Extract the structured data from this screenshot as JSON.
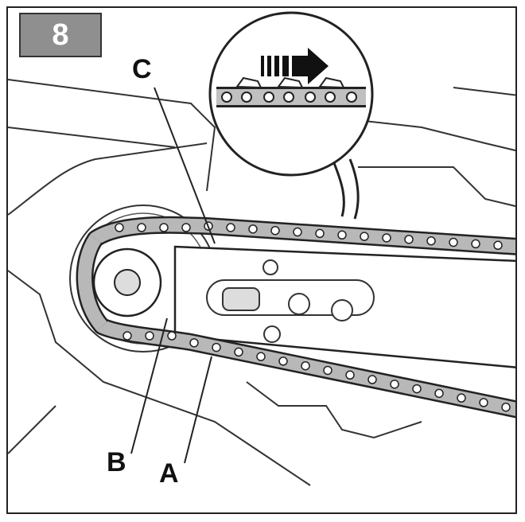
{
  "figure": {
    "step_number": "8",
    "callouts": {
      "a": "A",
      "b": "B",
      "c": "C"
    }
  },
  "colors": {
    "line": "#222222",
    "chain": "#b8b8b8",
    "badge": "#8f8f8f",
    "paper": "#ffffff"
  },
  "icons": [
    "direction-arrow-icon"
  ]
}
